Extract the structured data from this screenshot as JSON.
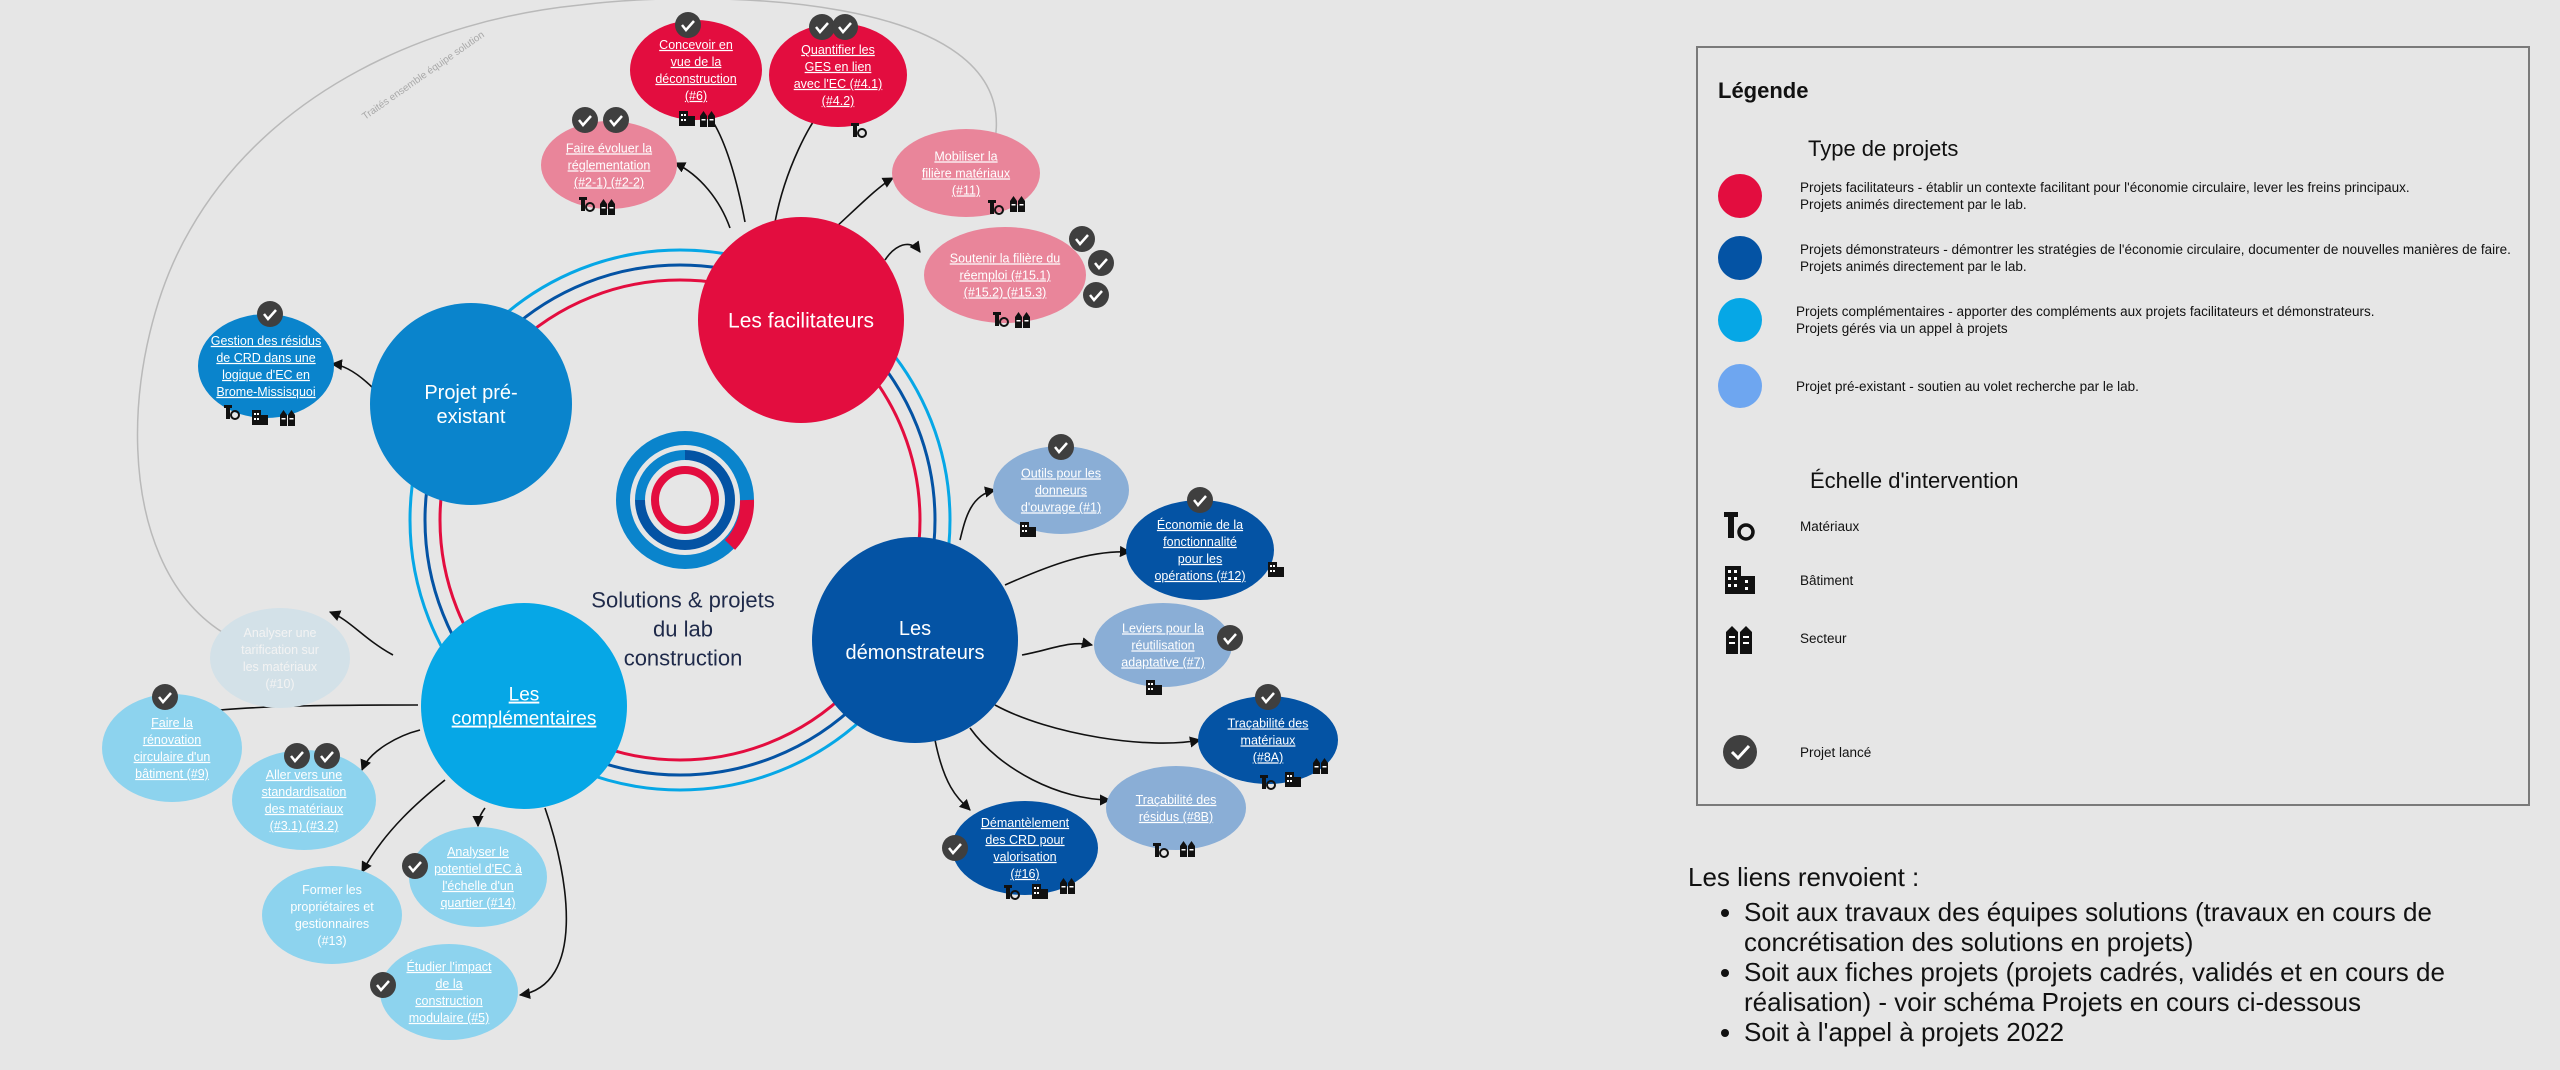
{
  "hubs": {
    "facilitateurs": {
      "lines": [
        "Les facilitateurs"
      ]
    },
    "demonstrateurs": {
      "lines": [
        "Les",
        "démonstrateurs"
      ]
    },
    "complementaires": {
      "lines": [
        "Les",
        "complémentaires"
      ]
    },
    "preexistant": {
      "lines": [
        "Projet pré-",
        "existant"
      ]
    }
  },
  "center": {
    "lines": [
      "Solutions & projets",
      "du lab",
      "construction"
    ]
  },
  "arc_label": "Traités ensemble équipe solution",
  "projects": [
    {
      "id": "p6",
      "lines": [
        "Concevoir en",
        "vue de la",
        "déconstruction",
        "(#6)"
      ]
    },
    {
      "id": "p4",
      "lines": [
        "Quantifier les",
        "GES en lien",
        "avec l'EC (#4.1)",
        "(#4.2)"
      ]
    },
    {
      "id": "p2",
      "lines": [
        "Faire évoluer la",
        "réglementation",
        "(#2-1) (#2-2)"
      ]
    },
    {
      "id": "p11",
      "lines": [
        "Mobiliser la",
        "filière matériaux",
        "(#11)"
      ]
    },
    {
      "id": "p15",
      "lines": [
        "Soutenir la filière du",
        "réemploi (#15.1)",
        "(#15.2) (#15.3)"
      ]
    },
    {
      "id": "pcrd",
      "lines": [
        "Gestion des résidus",
        "de CRD dans une",
        "logique d'EC en",
        "Brome-Missisquoi"
      ]
    },
    {
      "id": "p1",
      "lines": [
        "Outils pour les",
        "donneurs",
        "d'ouvrage (#1)"
      ]
    },
    {
      "id": "p12",
      "lines": [
        "Économie de la",
        "fonctionnalité",
        "pour les",
        "opérations (#12)"
      ]
    },
    {
      "id": "p7",
      "lines": [
        "Leviers pour la",
        "réutilisation",
        "adaptative (#7)"
      ]
    },
    {
      "id": "p8a",
      "lines": [
        "Traçabilité des",
        "matériaux",
        "(#8A)"
      ]
    },
    {
      "id": "p8b",
      "lines": [
        "Traçabilité des",
        "résidus (#8B)"
      ]
    },
    {
      "id": "p16",
      "lines": [
        "Démantèlement",
        "des CRD pour",
        "valorisation",
        "(#16)"
      ]
    },
    {
      "id": "p10",
      "lines": [
        "Analyser une",
        "tarification sur",
        "les matériaux",
        "(#10)"
      ]
    },
    {
      "id": "p9",
      "lines": [
        "Faire la",
        "rénovation",
        "circulaire d'un",
        "bâtiment (#9)"
      ]
    },
    {
      "id": "p3",
      "lines": [
        "Aller vers une",
        "standardisation",
        "des matériaux",
        "(#3.1) (#3.2)"
      ]
    },
    {
      "id": "p13",
      "lines": [
        "Former les",
        "propriétaires et",
        "gestionnaires",
        "(#13)"
      ]
    },
    {
      "id": "p14",
      "lines": [
        "Analyser le",
        "potentiel d'EC à",
        "l'échelle d'un",
        "quartier (#14)"
      ]
    },
    {
      "id": "p5",
      "lines": [
        "Étudier l'impact",
        "de la",
        "construction",
        "modulaire (#5)"
      ]
    }
  ],
  "colors": {
    "facilitateur": "#e30d3f",
    "facilitateur_light": "#e9859a",
    "demonstrateur": "#0453a4",
    "demonstrateur_light": "#8aaed6",
    "complementaire": "#06a7e6",
    "complementaire_light": "#8dd3ee",
    "preexistant": "#0a84cc",
    "preexistant_legend": "#6ea6f0",
    "check": "#3f3f3f"
  },
  "legend": {
    "title": "Légende",
    "type_title": "Type de projets",
    "types": [
      {
        "color": "#e30d3f",
        "line1": "Projets facilitateurs - établir un contexte facilitant pour l'économie circulaire, lever les freins principaux.",
        "line2": "Projets animés directement par le lab."
      },
      {
        "color": "#0453a4",
        "line1": "Projets démonstrateurs - démontrer les stratégies de l'économie circulaire, documenter de nouvelles manières de faire.",
        "line2": "Projets animés directement par le lab."
      },
      {
        "color": "#06a7e6",
        "line1": "Projets complémentaires - apporter des compléments aux projets facilitateurs et démonstrateurs.",
        "line2": "Projets gérés via un appel à projets"
      },
      {
        "color": "#6ea6f0",
        "line1": "Projet pré-existant - soutien au volet recherche par le lab.",
        "line2": ""
      }
    ],
    "scale_title": "Échelle d'intervention",
    "scales": [
      {
        "icon": "materials-icon",
        "label": "Matériaux"
      },
      {
        "icon": "building-icon",
        "label": "Bâtiment"
      },
      {
        "icon": "sector-icon",
        "label": "Secteur"
      }
    ],
    "launched": {
      "icon": "check-icon",
      "label": "Projet lancé"
    }
  },
  "links_note": {
    "title": "Les liens renvoient :",
    "items": [
      "Soit aux travaux des équipes solutions (travaux en cours de concrétisation des solutions en projets)",
      "Soit aux fiches projets (projets cadrés, validés et en cours de réalisation) - voir schéma Projets en cours ci-dessous",
      "Soit à l'appel à projets 2022"
    ]
  }
}
